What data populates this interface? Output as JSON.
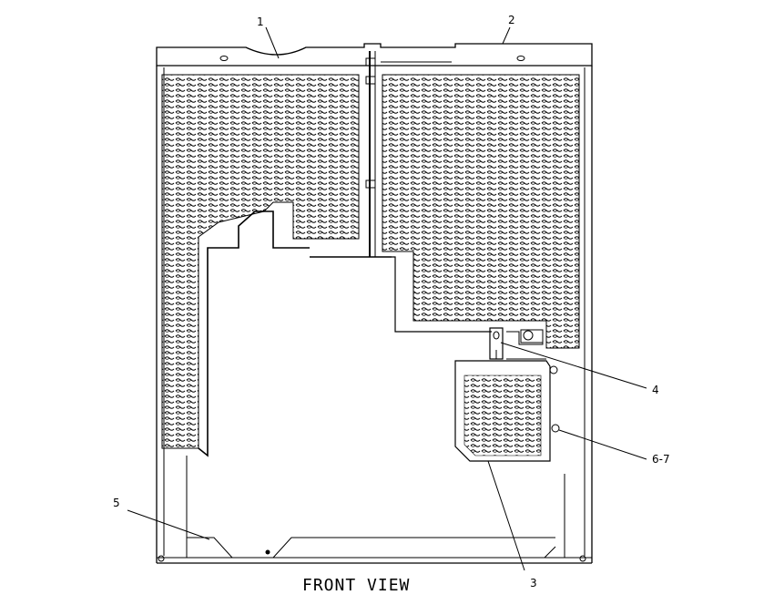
{
  "callouts": {
    "c1": "1",
    "c2": "2",
    "c3": "3",
    "c4": "4",
    "c5": "5",
    "c67": "6-7"
  },
  "caption": "FRONT VIEW",
  "colors": {
    "line": "#000000",
    "background": "#ffffff"
  }
}
